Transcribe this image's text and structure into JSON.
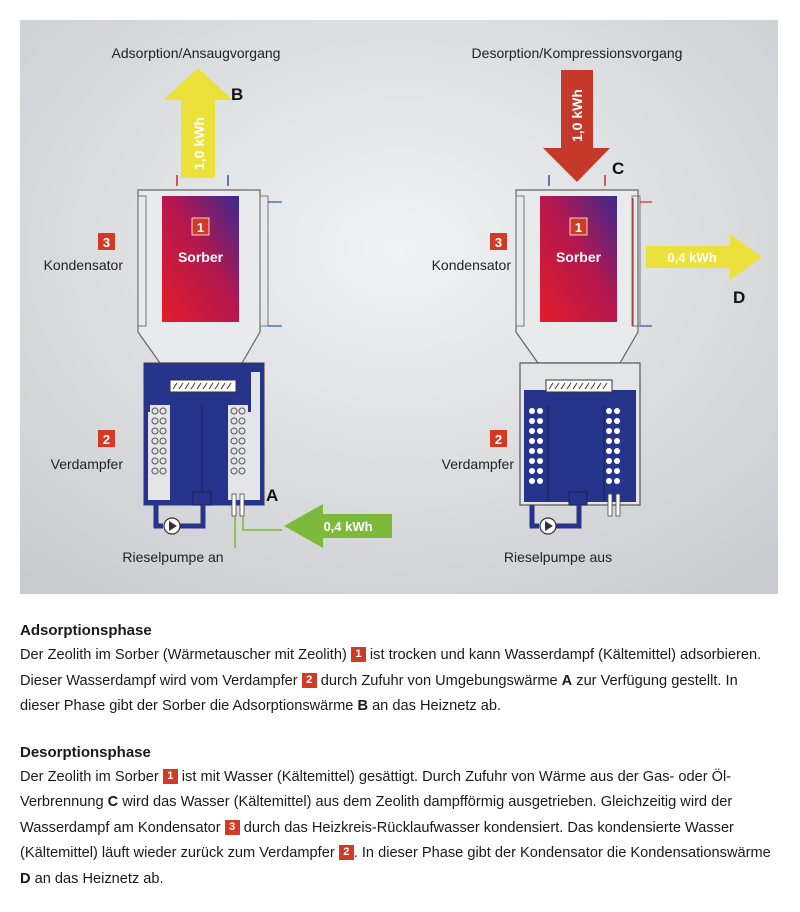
{
  "left": {
    "title": "Adsorption/Ansaugvorgang",
    "sorber_num": "1",
    "sorber_label": "Sorber",
    "kond_num": "3",
    "kond_label": "Kondensator",
    "verd_num": "2",
    "verd_label": "Verdampfer",
    "arrow_out_value": "1,0 kWh",
    "arrow_out_letter": "B",
    "arrow_in_value": "0,4 kWh",
    "arrow_in_letter": "A",
    "pump_label": "Rieselpumpe an"
  },
  "right": {
    "title": "Desorption/Kompressionsvorgang",
    "sorber_num": "1",
    "sorber_label": "Sorber",
    "kond_num": "3",
    "kond_label": "Kondensator",
    "verd_num": "2",
    "verd_label": "Verdampfer",
    "arrow_in_value": "1,0 kWh",
    "arrow_in_letter": "C",
    "arrow_out_value": "0,4 kWh",
    "arrow_out_letter": "D",
    "pump_label": "Rieselpumpe aus"
  },
  "colors": {
    "panel_bg": "#d9dbde",
    "badge": "#d23a26",
    "arrow_yellow": "#ece13a",
    "arrow_red": "#c5392b",
    "arrow_green": "#7dba3b",
    "water_blue": "#27348b"
  },
  "caption": {
    "adsorption": {
      "title": "Adsorptionsphase",
      "p1": "Der Zeolith im Sorber (Wärmetauscher mit Zeolith) ",
      "b1": "1",
      "p2": " ist trocken und kann Wasserdampf (Kältemittel) adsorbieren. Dieser Wasserdampf wird vom Verdampfer ",
      "b2": "2",
      "p3": " durch Zufuhr von Umgebungswärme ",
      "l1": "A",
      "p4": " zur Verfügung gestellt. In dieser Phase gibt der Sorber die Adsorptionswärme ",
      "l2": "B",
      "p5": " an das Heiznetz ab."
    },
    "desorption": {
      "title": "Desorptionsphase",
      "p1": "Der Zeolith im Sorber ",
      "b1": "1",
      "p2": " ist mit Wasser (Kältemittel) gesättigt. Durch Zufuhr von Wärme aus der Gas- oder Öl-Verbrennung ",
      "l1": "C",
      "p3": " wird das Wasser (Kältemittel) aus dem Zeolith dampfförmig ausgetrieben. Gleichzeitig wird der Wasserdampf am Kondensator ",
      "b2": "3",
      "p4": " durch das Heizkreis-Rücklaufwasser kondensiert. Das kondensierte Wasser (Kältemittel) läuft wieder zurück zum Verdampfer ",
      "b3": "2",
      "p5": ". In dieser Phase gibt der Kondensator die Kondensationswärme ",
      "l2": "D",
      "p6": " an das Heiznetz ab."
    }
  }
}
